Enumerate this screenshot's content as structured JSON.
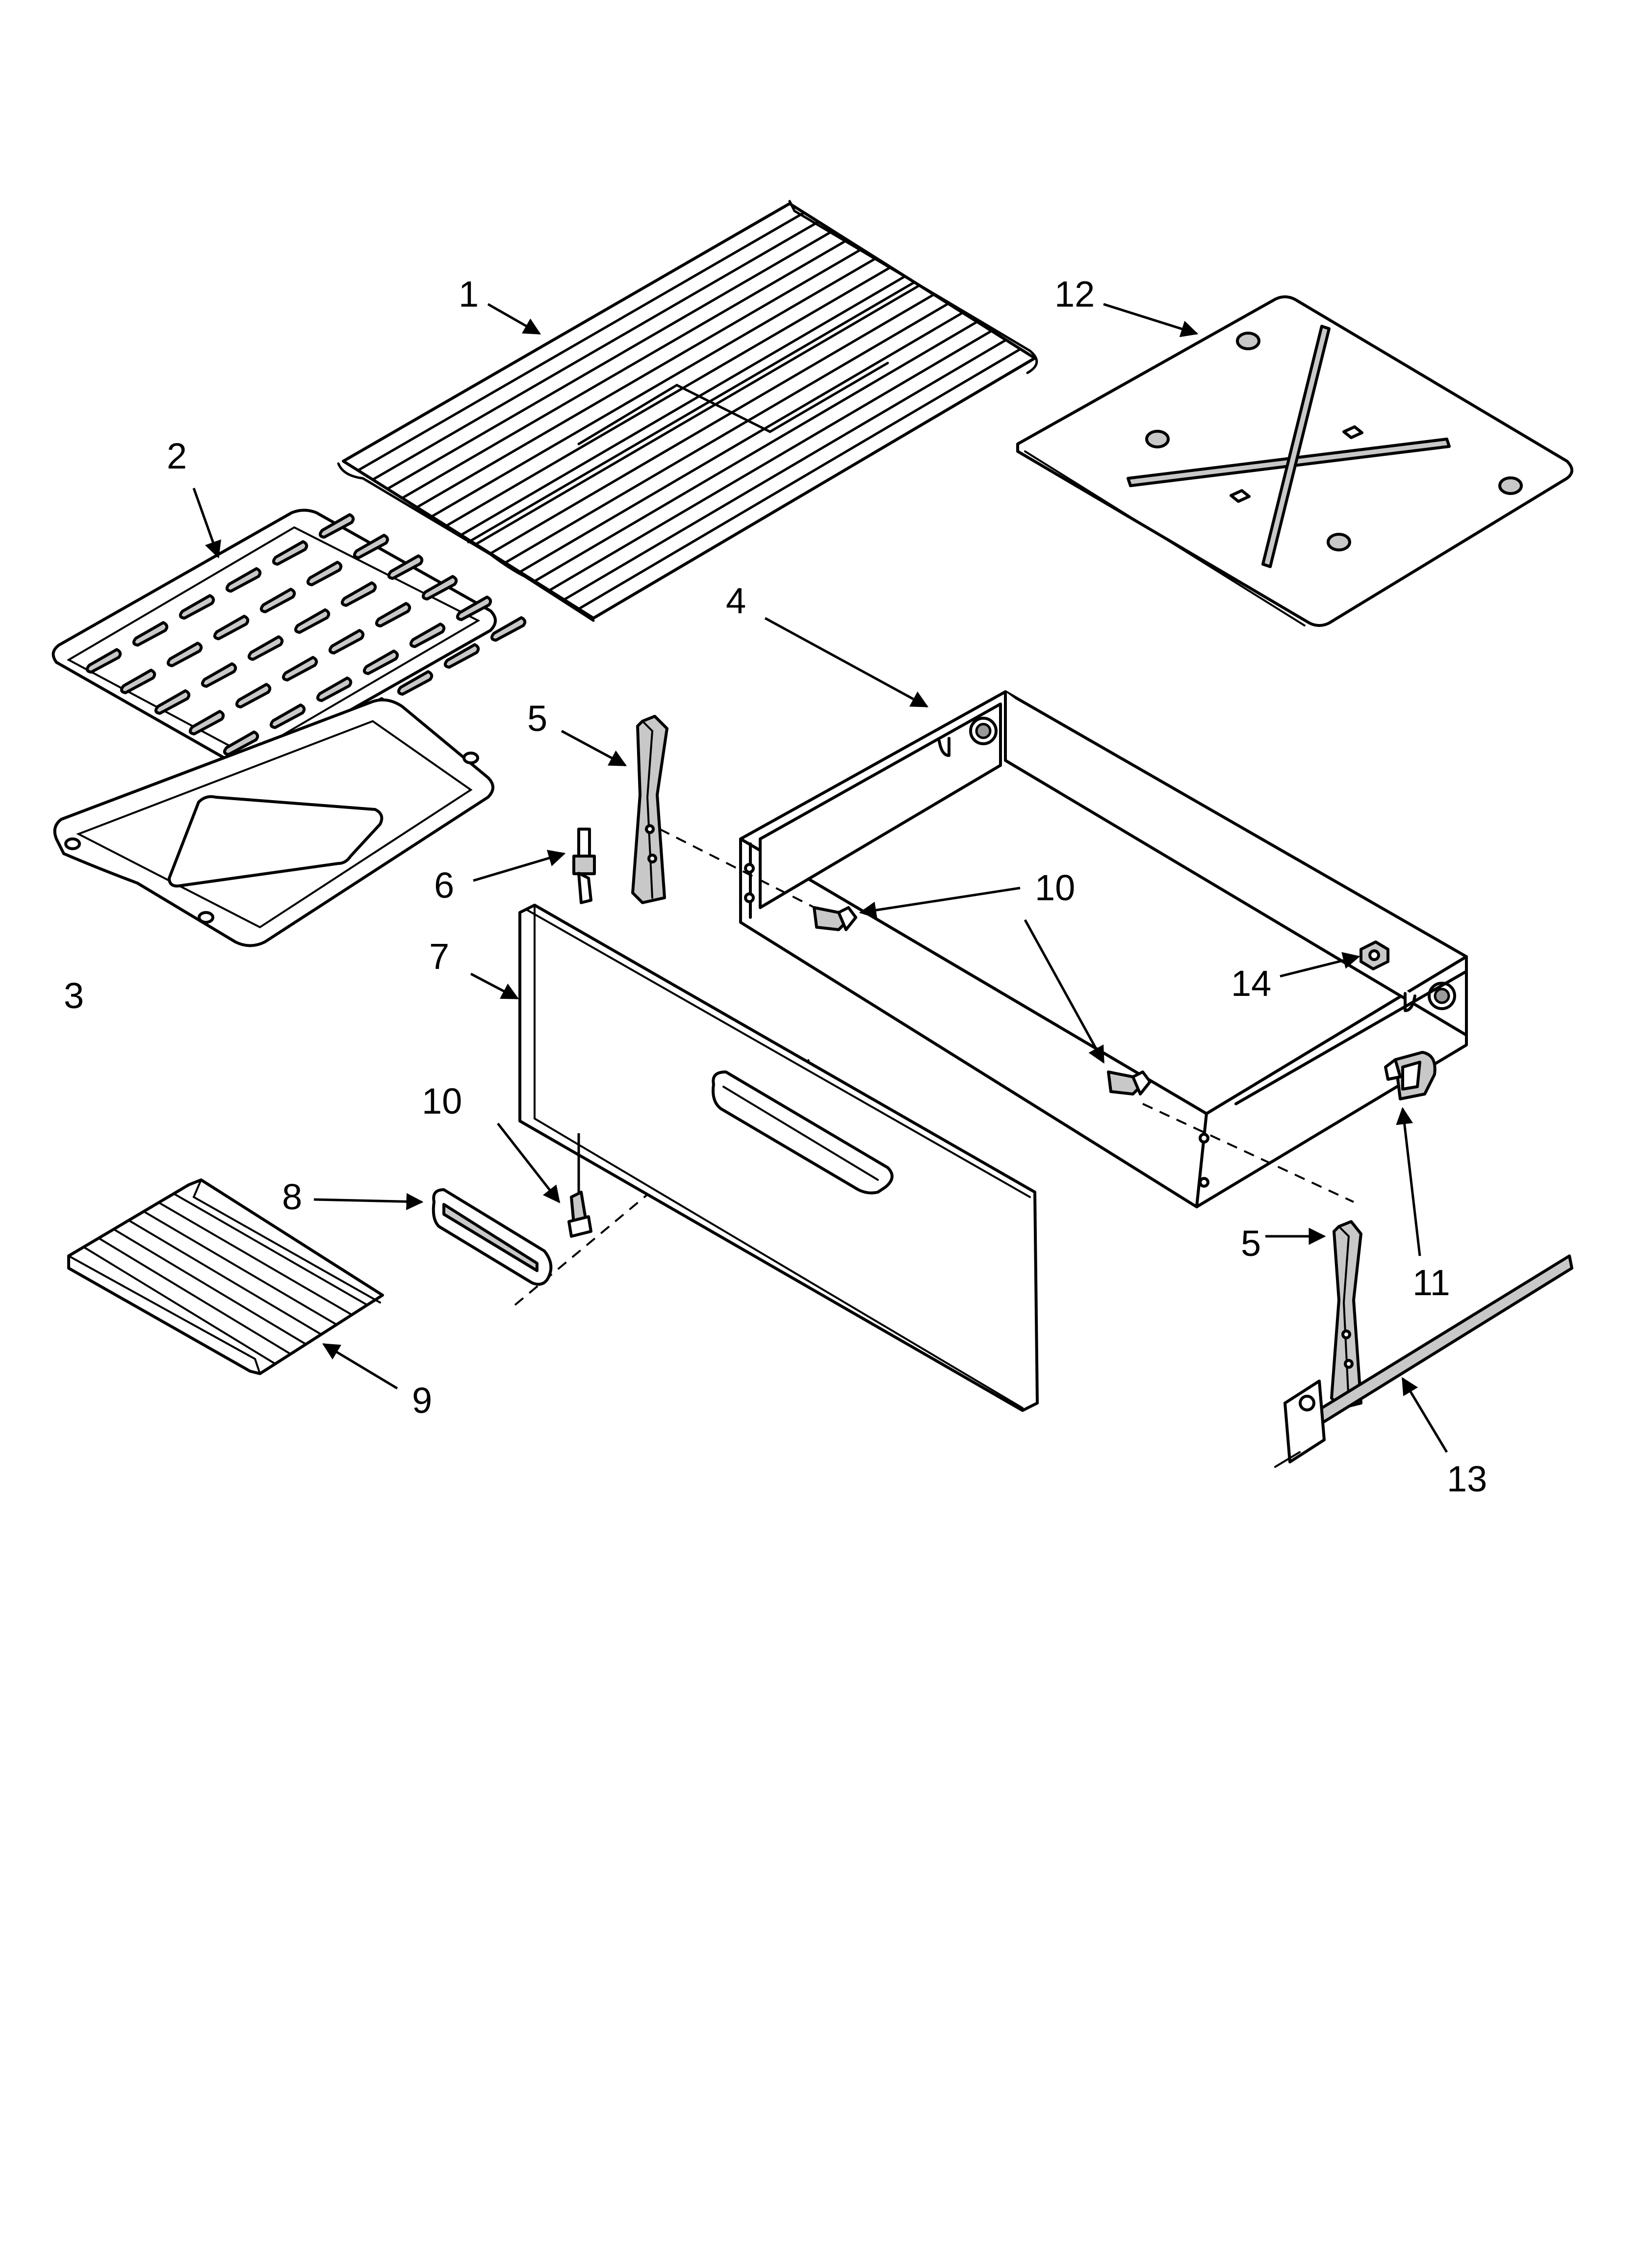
{
  "callouts": {
    "c1": "1",
    "c2": "2",
    "c3": "3",
    "c4": "4",
    "c5a": "5",
    "c5b": "5",
    "c6": "6",
    "c7": "7",
    "c8": "8",
    "c9": "9",
    "c10a": "10",
    "c10b": "10",
    "c11": "11",
    "c12": "12",
    "c13": "13",
    "c14": "14"
  }
}
